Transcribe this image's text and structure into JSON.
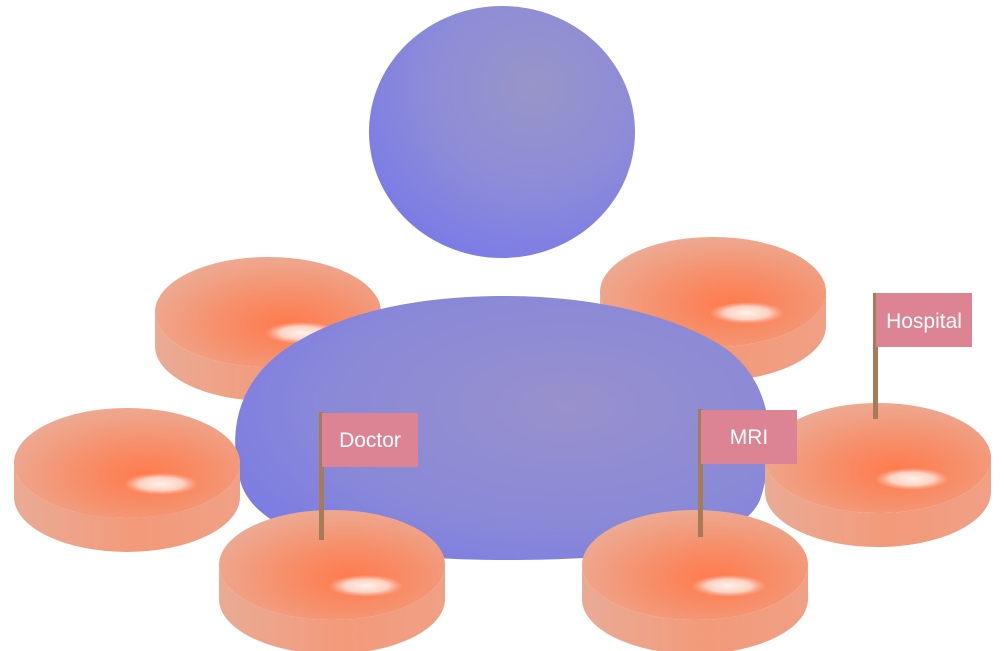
{
  "colors": {
    "person": "#8b8bd8",
    "person_light": "#9a94cc",
    "person_dark": "#7b7be6",
    "platform_light": "#edae9a",
    "platform_mid": "#f49a78",
    "platform_hot": "#ff8054",
    "platform_side": "#eca38c",
    "highlight": "#ffd7cb",
    "flag": "#dc8494",
    "flag_text": "#ffffff",
    "pole": "#a57b58"
  },
  "figure": {
    "head_name": "person-head",
    "body_name": "person-body"
  },
  "platforms": [
    {
      "name": "platform-top-left"
    },
    {
      "name": "platform-top-right"
    },
    {
      "name": "platform-middle-left"
    },
    {
      "name": "platform-middle-right"
    },
    {
      "name": "platform-bottom-left"
    },
    {
      "name": "platform-bottom-right"
    }
  ],
  "flags": [
    {
      "name": "flag-doctor",
      "label": "Doctor"
    },
    {
      "name": "flag-mri",
      "label": "MRI"
    },
    {
      "name": "flag-hospital",
      "label": "Hospital"
    }
  ]
}
